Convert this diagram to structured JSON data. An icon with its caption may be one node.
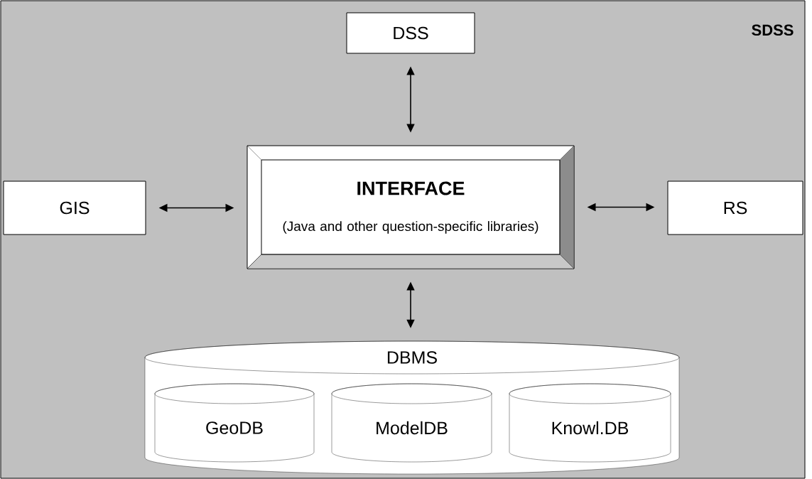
{
  "diagram": {
    "nodes": [
      {
        "text": [
          "SDSS"
        ]
      },
      {
        "text": [
          "DSS"
        ],
        "in": 0
      },
      {
        "text": [
          "GIS"
        ],
        "in": 0
      },
      {
        "text": [
          "INTERFACE",
          "(Java and other question-specific libraries)"
        ],
        "in": 0
      },
      {
        "text": [
          "RS"
        ],
        "in": 0
      },
      {
        "text": [
          "DBMS"
        ],
        "in": 0
      },
      {
        "text": [
          "GeoDB"
        ],
        "in": 5
      },
      {
        "text": [
          "ModelDB"
        ],
        "in": 5
      },
      {
        "text": [
          "Knowl.DB"
        ],
        "in": 5
      }
    ],
    "edges": [
      {
        "from": 3,
        "to": 1,
        "arrow": "both"
      },
      {
        "from": 2,
        "to": 3,
        "arrow": "both"
      },
      {
        "from": 3,
        "to": 4,
        "arrow": "both"
      },
      {
        "from": 3,
        "to": 5,
        "arrow": "both"
      }
    ]
  }
}
